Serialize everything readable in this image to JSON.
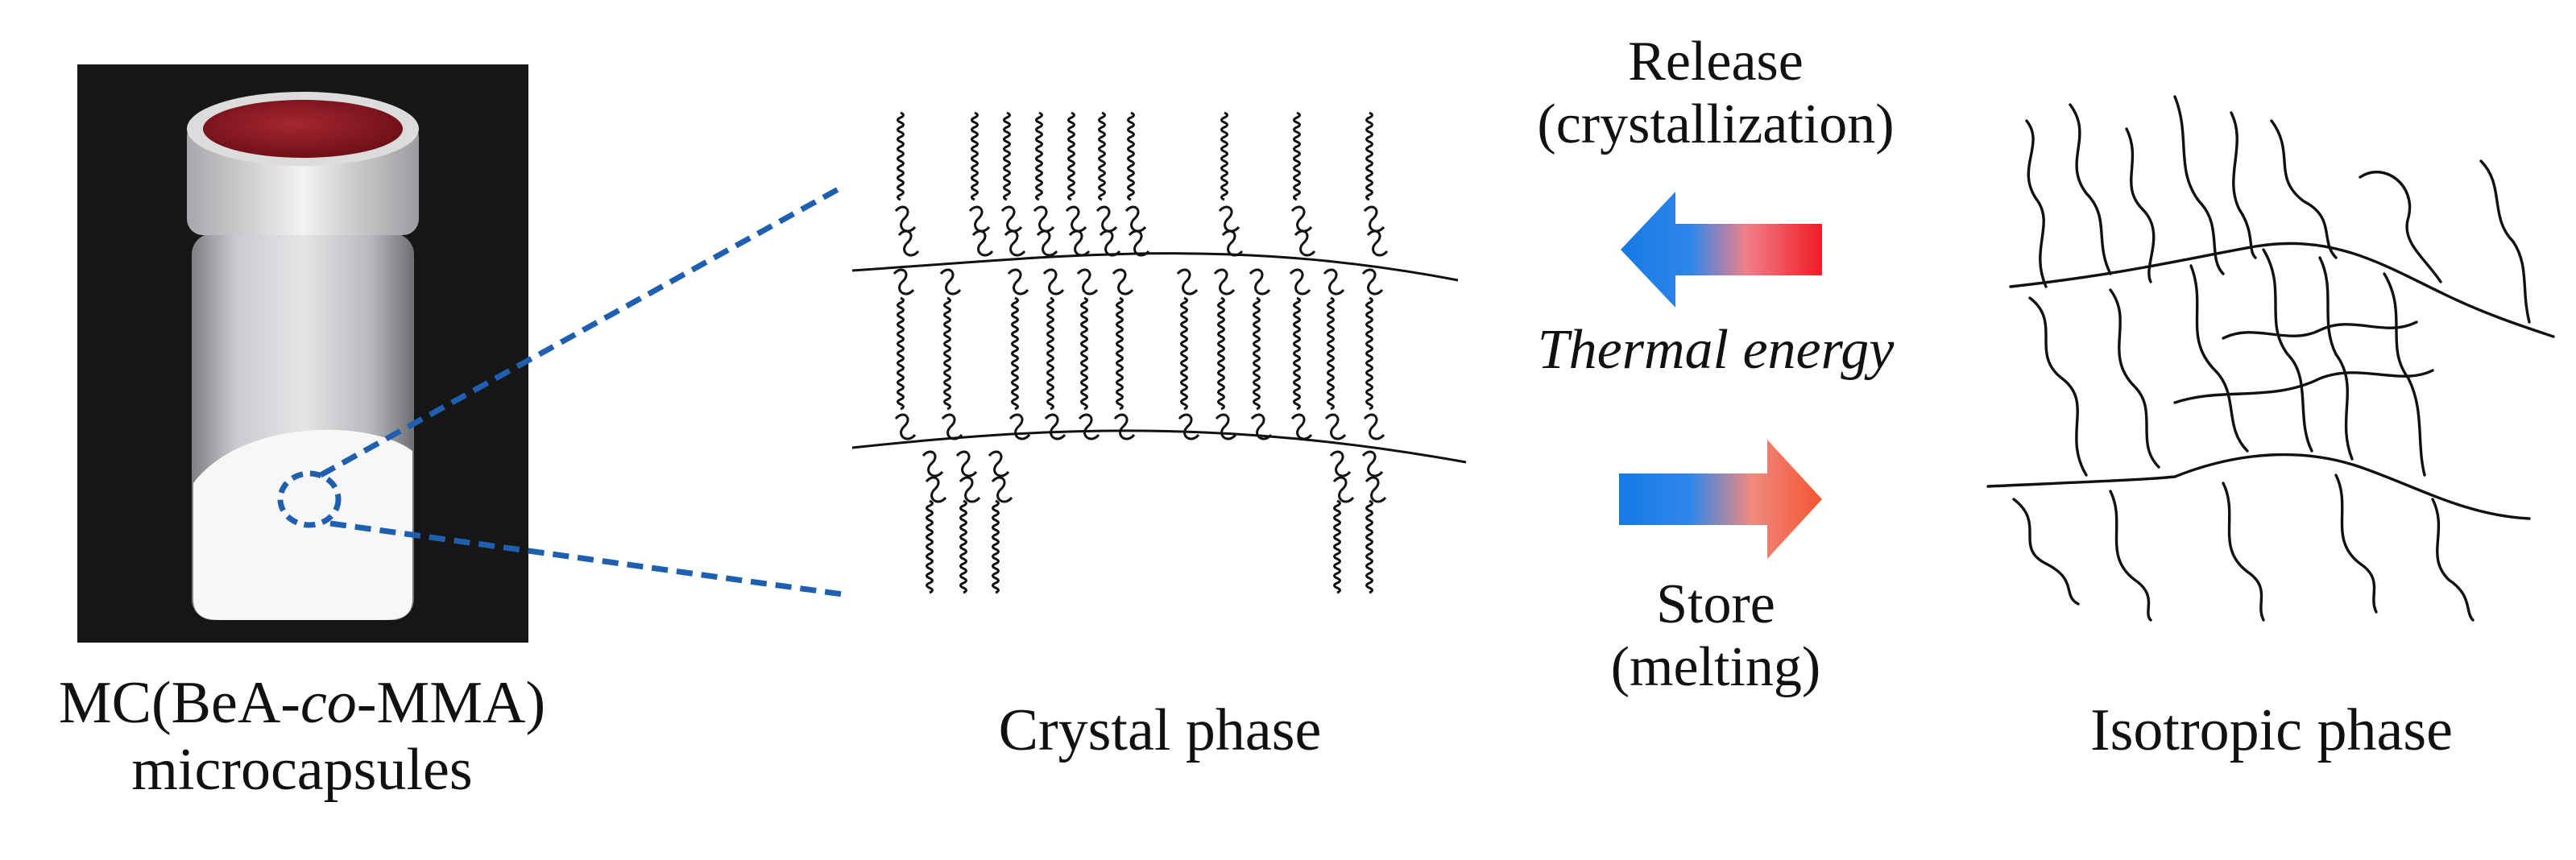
{
  "photo": {
    "caption_line1_prefix": "MC(BeA-",
    "caption_line1_italic": "co",
    "caption_line1_suffix": "-MMA)",
    "caption_line2": "microcapsules",
    "cap_color": "#8e1b24",
    "callout_color": "#1f5fb0"
  },
  "crystal": {
    "label": "Crystal phase"
  },
  "isotropic": {
    "label": "Isotropic phase"
  },
  "process": {
    "release_line1": "Release",
    "release_line2": "(crystallization)",
    "energy_label": "Thermal energy",
    "store_line1": "Store",
    "store_line2": "(melting)",
    "gradient_blue": "#1679e6",
    "gradient_red": "#f01c24",
    "gradient_orange": "#f25530"
  }
}
